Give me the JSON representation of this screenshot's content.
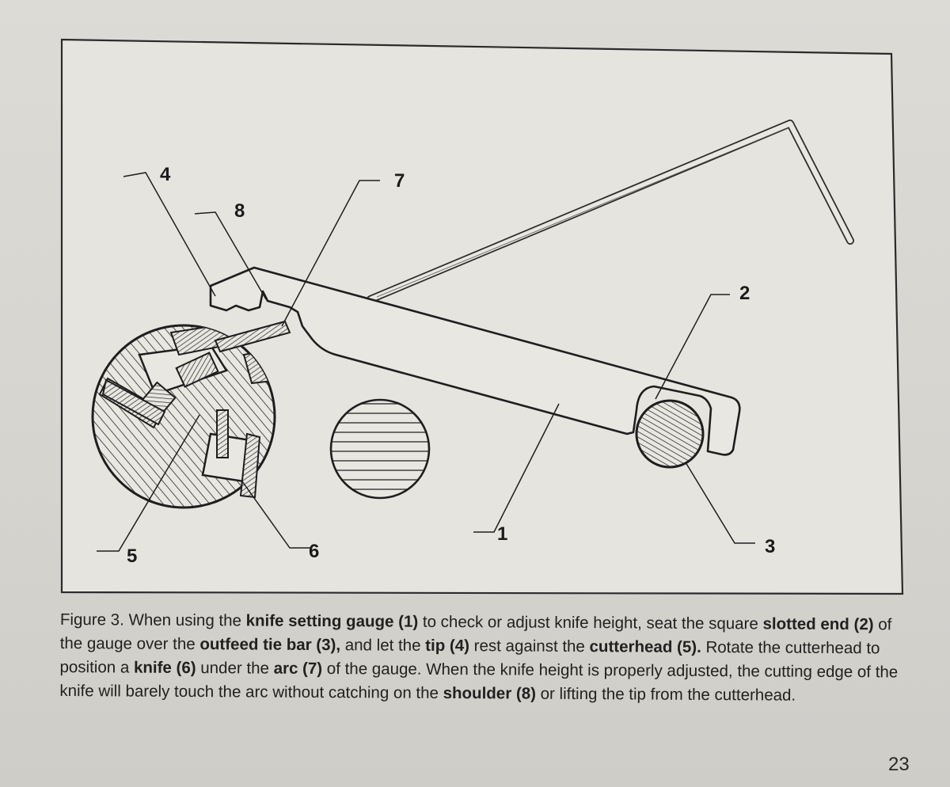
{
  "figure": {
    "callouts": [
      {
        "id": "1",
        "text": "1"
      },
      {
        "id": "2",
        "text": "2"
      },
      {
        "id": "3",
        "text": "3"
      },
      {
        "id": "4",
        "text": "4"
      },
      {
        "id": "5",
        "text": "5"
      },
      {
        "id": "6",
        "text": "6"
      },
      {
        "id": "7",
        "text": "7"
      },
      {
        "id": "8",
        "text": "8"
      }
    ]
  },
  "caption": {
    "segments": [
      {
        "text": "Figure 3. When using the ",
        "bold": false
      },
      {
        "text": "knife setting gauge (1)",
        "bold": true
      },
      {
        "text": " to check or adjust knife height, seat the square ",
        "bold": false
      },
      {
        "text": "slotted end (2)",
        "bold": true
      },
      {
        "text": " of the gauge over the ",
        "bold": false
      },
      {
        "text": "outfeed tie bar (3),",
        "bold": true
      },
      {
        "text": " and let the ",
        "bold": false
      },
      {
        "text": "tip (4)",
        "bold": true
      },
      {
        "text": " rest against the ",
        "bold": false
      },
      {
        "text": "cutterhead (5).",
        "bold": true
      },
      {
        "text": " Rotate the cutterhead to position a ",
        "bold": false
      },
      {
        "text": "knife (6)",
        "bold": true
      },
      {
        "text": " under the ",
        "bold": false
      },
      {
        "text": "arc (7)",
        "bold": true
      },
      {
        "text": " of the gauge. When the knife height is properly adjusted, the cutting edge of the knife will barely touch the arc without catching on the ",
        "bold": false
      },
      {
        "text": "shoulder (8)",
        "bold": true
      },
      {
        "text": " or lifting the tip from the cutterhead.",
        "bold": false
      }
    ]
  },
  "page_number": "23"
}
